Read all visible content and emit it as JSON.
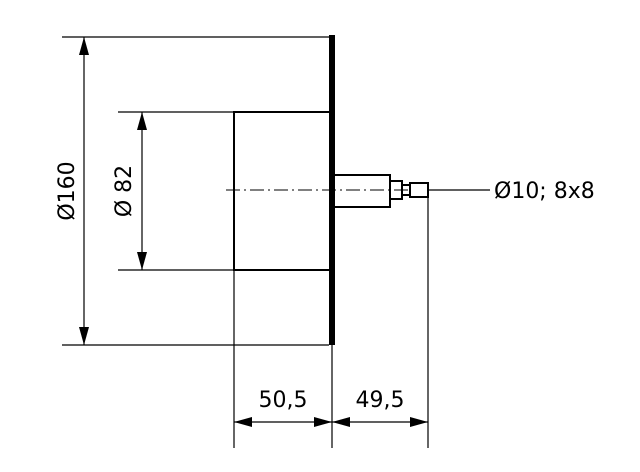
{
  "drawing": {
    "dim_outer_diameter": "Ø160",
    "dim_body_diameter": "Ø 82",
    "dim_shaft": "Ø10; 8x8",
    "dim_body_length": "50,5",
    "dim_shaft_length": "49,5"
  }
}
